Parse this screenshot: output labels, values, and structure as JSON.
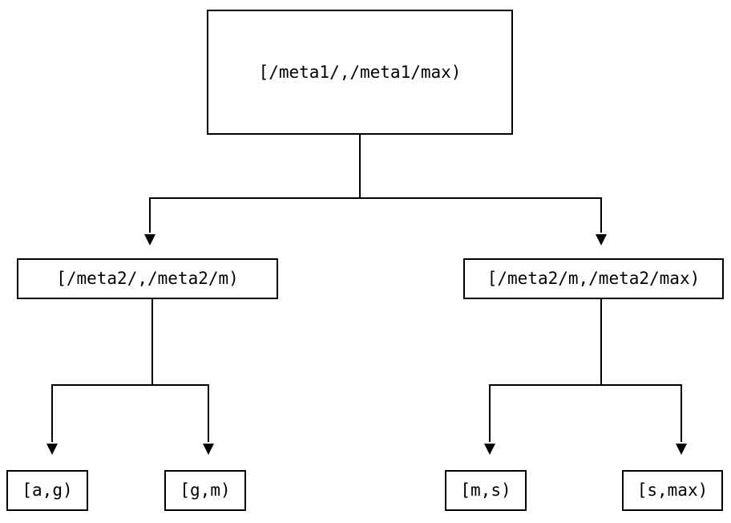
{
  "diagram": {
    "type": "tree",
    "title": "",
    "orientation": "top-down",
    "colors": {
      "background": "#ffffff",
      "node_border": "#000000",
      "node_fill": "#ffffff",
      "edge": "#000000",
      "text": "#000000"
    },
    "nodes": {
      "root": {
        "id": "root",
        "label": "[/meta1/,/meta1/max)",
        "level": 0
      },
      "mid_left": {
        "id": "mid-left",
        "label": "[/meta2/,/meta2/m)",
        "level": 1
      },
      "mid_right": {
        "id": "mid-right",
        "label": "[/meta2/m,/meta2/max)",
        "level": 1
      },
      "leaf_ag": {
        "id": "leaf-ag",
        "label": "[a,g)",
        "level": 2
      },
      "leaf_gm": {
        "id": "leaf-gm",
        "label": "[g,m)",
        "level": 2
      },
      "leaf_ms": {
        "id": "leaf-ms",
        "label": "[m,s)",
        "level": 2
      },
      "leaf_smax": {
        "id": "leaf-smax",
        "label": "[s,max)",
        "level": 2
      }
    },
    "edges": [
      {
        "from": "root",
        "to": "mid-left",
        "arrow": "down-triangle"
      },
      {
        "from": "root",
        "to": "mid-right",
        "arrow": "down-triangle"
      },
      {
        "from": "mid-left",
        "to": "leaf-ag",
        "arrow": "down-triangle"
      },
      {
        "from": "mid-left",
        "to": "leaf-gm",
        "arrow": "down-triangle"
      },
      {
        "from": "mid-right",
        "to": "leaf-ms",
        "arrow": "down-triangle"
      },
      {
        "from": "mid-right",
        "to": "leaf-smax",
        "arrow": "down-triangle"
      }
    ]
  }
}
